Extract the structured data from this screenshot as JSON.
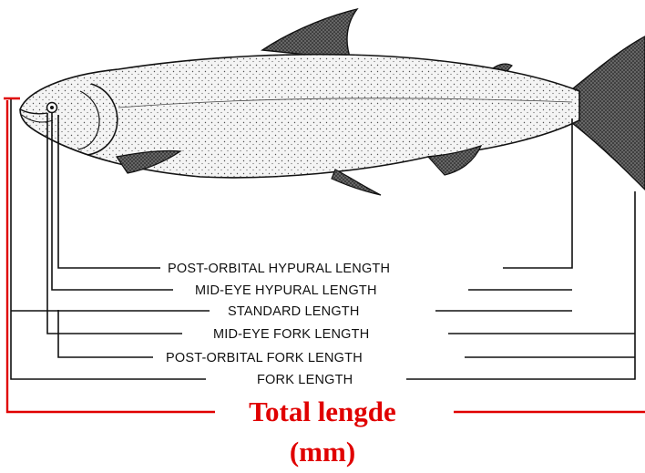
{
  "labels": {
    "post_orbital_hypural": "POST-ORBITAL HYPURAL LENGTH",
    "mid_eye_hypural": "MID-EYE HYPURAL LENGTH",
    "standard": "STANDARD LENGTH",
    "mid_eye_fork": "MID-EYE FORK LENGTH",
    "post_orbital_fork": "POST-ORBITAL FORK LENGTH",
    "fork": "FORK LENGTH"
  },
  "total": {
    "line1": "Total lengde",
    "line2": "(mm)"
  },
  "colors": {
    "measurement_lines": "#111111",
    "total_length": "#e00000"
  }
}
